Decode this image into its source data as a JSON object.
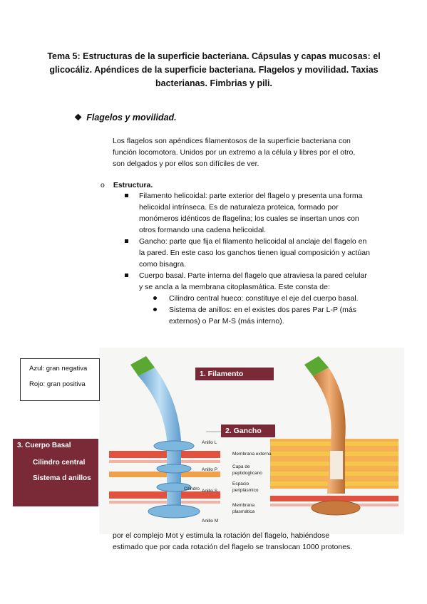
{
  "title": "Tema 5: Estructuras de la superficie bacteriana. Cápsulas y capas mucosas: el glicocáliz. Apéndices de la superficie bacteriana. Flagelos y movilidad. Taxias bacterianas. Fimbrias y pili.",
  "section": {
    "bullet": "❖",
    "heading": "Flagelos y movilidad."
  },
  "intro": "Los flagelos son apéndices filamentosos de la superficie bacteriana con función locomotora. Unidos por un extremo a la célula y libres por el otro, son delgados y por ellos son difíciles de ver.",
  "estructura": {
    "marker": "o",
    "label": "Estructura."
  },
  "items": [
    "Filamento helicoidal: parte exterior del flagelo y presenta una forma helicoidal intrínseca. Es de naturaleza proteica, formado por monómeros idénticos de flagelina; los cuales se insertan unos con otros formando una cadena helicoidal.",
    "Gancho: parte que fija el filamento helicoidal al anclaje del flagelo en la pared. En este caso los ganchos tienen igual composición y actúan como bisagra.",
    "Cuerpo basal. Parte interna del flagelo que atraviesa la pared celular y se ancla a la membrana citoplasmática. Este consta de:"
  ],
  "subitems": [
    "Cilindro central hueco: constituye el eje del cuerpo basal.",
    "Sistema de anillos: en el existes dos pares Par L-P (más externos) o Par M-S (más interno)."
  ],
  "legend": {
    "blue": "Azul: gran negativa",
    "red": "Rojo: gran positiva"
  },
  "basal_box": {
    "title": "3. Cuerpo Basal",
    "line1": "Cilindro central",
    "line2": "Sistema d anillos"
  },
  "figure": {
    "label_filamento": "1. Filamento",
    "label_gancho": "2. Gancho",
    "anillo_l": "Anillo L",
    "anillo_p": "Anillo P",
    "anillo_s": "Anillo S",
    "anillo_m": "Anillo M",
    "cilindro": "Cilindro",
    "membrana_externa": "Membrana externa",
    "capa_pep1": "Capa de",
    "capa_pep2": "peptidoglicano",
    "espacio1": "Espacio",
    "espacio2": "periplásmico",
    "memb_plas1": "Membrana",
    "memb_plas2": "plasmática"
  },
  "bottom": {
    "line1": "por el complejo Mot y estimula la rotación del flagelo, habiéndose",
    "line2": "estimado que por cada rotación del flagelo se translocan 1000 protones."
  },
  "colors": {
    "label_bg": "#7a2a36",
    "blue_flagellum": "#8fc3e6",
    "orange_flagellum": "#d98a4a",
    "green_tip": "#5aa832"
  }
}
